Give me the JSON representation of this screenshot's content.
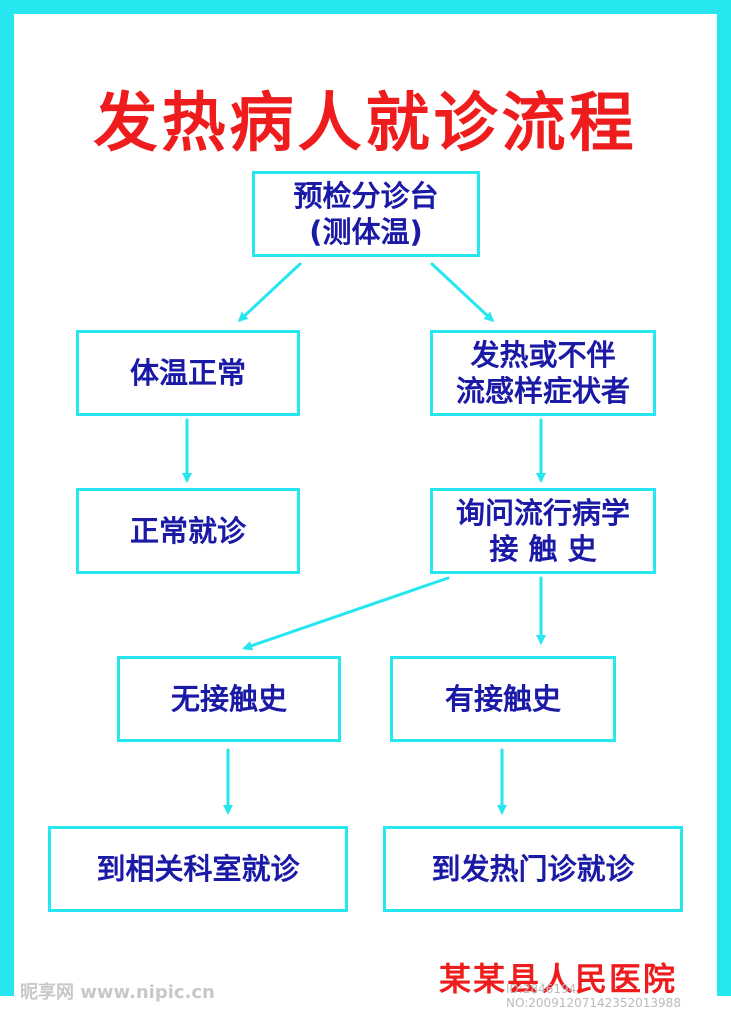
{
  "title": "发热病人就诊流程",
  "nodes": {
    "triage": {
      "line1": "预检分诊台",
      "line2": "(测体温)"
    },
    "normal_temp": {
      "line1": "体温正常"
    },
    "fever": {
      "line1": "发热或不伴",
      "line2": "流感样症状者"
    },
    "normal_visit": {
      "line1": "正常就诊"
    },
    "inquire": {
      "line1": "询问流行病学",
      "line2": "接 触 史"
    },
    "no_contact": {
      "line1": "无接触史"
    },
    "has_contact": {
      "line1": "有接触史"
    },
    "dept_visit": {
      "line1": "到相关科室就诊"
    },
    "fever_clinic": {
      "line1": "到发热门诊就诊"
    }
  },
  "footer": "某某县人民医院",
  "watermark": {
    "left": "昵享网 www.nipic.cn",
    "right": "ID:2846194 NO:20091207142352013988"
  },
  "colors": {
    "border": "#26e6f0",
    "title": "#ee1c1c",
    "node_text": "#1a1aa6",
    "arrow": "#26e6f0"
  }
}
